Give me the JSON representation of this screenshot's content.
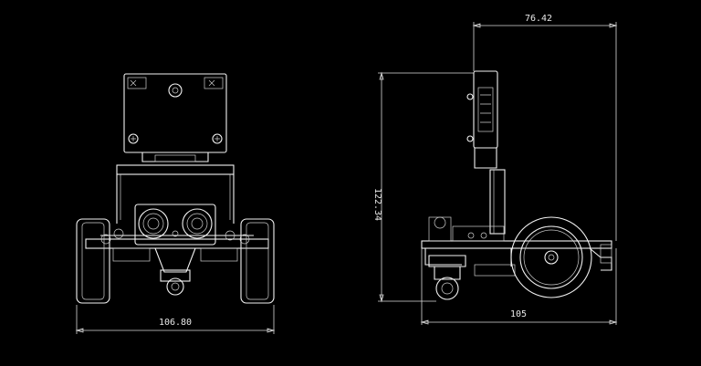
{
  "views": {
    "front": {
      "width_label": "106.80"
    },
    "side": {
      "top_width_label": "76.42",
      "height_label": "122.34",
      "length_label": "105"
    }
  },
  "colors": {
    "background": "#000000",
    "line": "#f2f2f2",
    "dimension": "#d9d9d9"
  }
}
